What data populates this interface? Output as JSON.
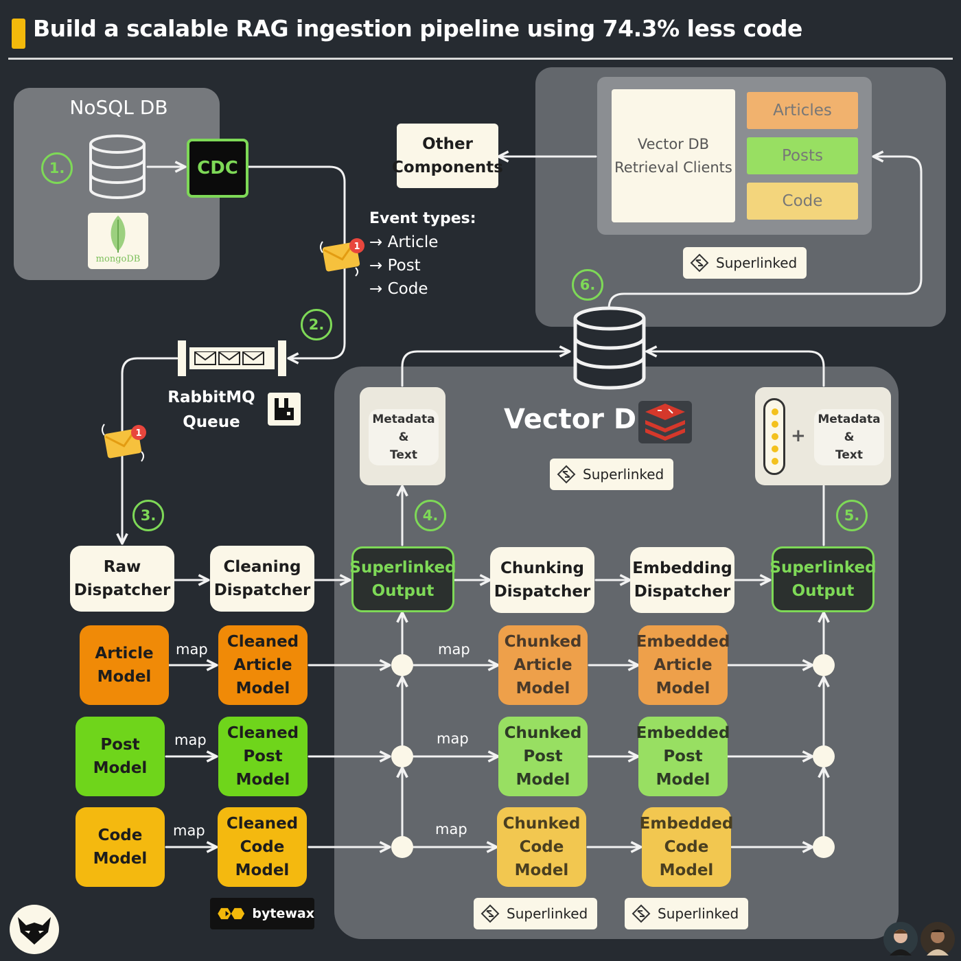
{
  "title": "Build a scalable RAG ingestion pipeline using 74.3% less code",
  "nosql": {
    "label": "NoSQL DB",
    "logo_text": "mongoDB",
    "cdc": "CDC"
  },
  "steps": [
    "1.",
    "2.",
    "3.",
    "4.",
    "5.",
    "6."
  ],
  "events": {
    "heading": "Event types:",
    "items": [
      "→ Article",
      "→ Post",
      "→ Code"
    ]
  },
  "queue": {
    "line1": "RabbitMQ",
    "line2": "Queue"
  },
  "other_components": {
    "line1": "Other",
    "line2": "Components"
  },
  "retrieval": {
    "client_line1": "Vector DB",
    "client_line2": "Retrieval Clients",
    "tags": [
      "Articles",
      "Posts",
      "Code"
    ]
  },
  "brand": {
    "superlinked": "Superlinked",
    "bytewax": "bytewax"
  },
  "vectordb": {
    "label": "Vector DB"
  },
  "meta": {
    "line1": "Metadata",
    "line2": "&",
    "line3": "Text",
    "plus": "+"
  },
  "dispatchers": {
    "raw": [
      "Raw",
      "Dispatcher"
    ],
    "cleaning": [
      "Cleaning",
      "Dispatcher"
    ],
    "output": [
      "Superlinked",
      "Output"
    ],
    "chunking": [
      "Chunking",
      "Dispatcher"
    ],
    "embedding": [
      "Embedding",
      "Dispatcher"
    ]
  },
  "models": {
    "article": {
      "raw": [
        "Article",
        "Model"
      ],
      "cleaned": [
        "Cleaned",
        "Article",
        "Model"
      ],
      "chunked": [
        "Chunked",
        "Article",
        "Model"
      ],
      "embedded": [
        "Embedded",
        "Article",
        "Model"
      ]
    },
    "post": {
      "raw": [
        "Post",
        "Model"
      ],
      "cleaned": [
        "Cleaned",
        "Post",
        "Model"
      ],
      "chunked": [
        "Chunked",
        "Post",
        "Model"
      ],
      "embedded": [
        "Embedded",
        "Post",
        "Model"
      ]
    },
    "code": {
      "raw": [
        "Code",
        "Model"
      ],
      "cleaned": [
        "Cleaned",
        "Code",
        "Model"
      ],
      "chunked": [
        "Chunked",
        "Code",
        "Model"
      ],
      "embedded": [
        "Embedded",
        "Code",
        "Model"
      ]
    }
  },
  "map_label": "map",
  "colors": {
    "accent_green": "#7ed957",
    "orange": "#f08a07",
    "green": "#6fd51b",
    "yellow": "#f4b90f",
    "panel": "#63676c"
  }
}
